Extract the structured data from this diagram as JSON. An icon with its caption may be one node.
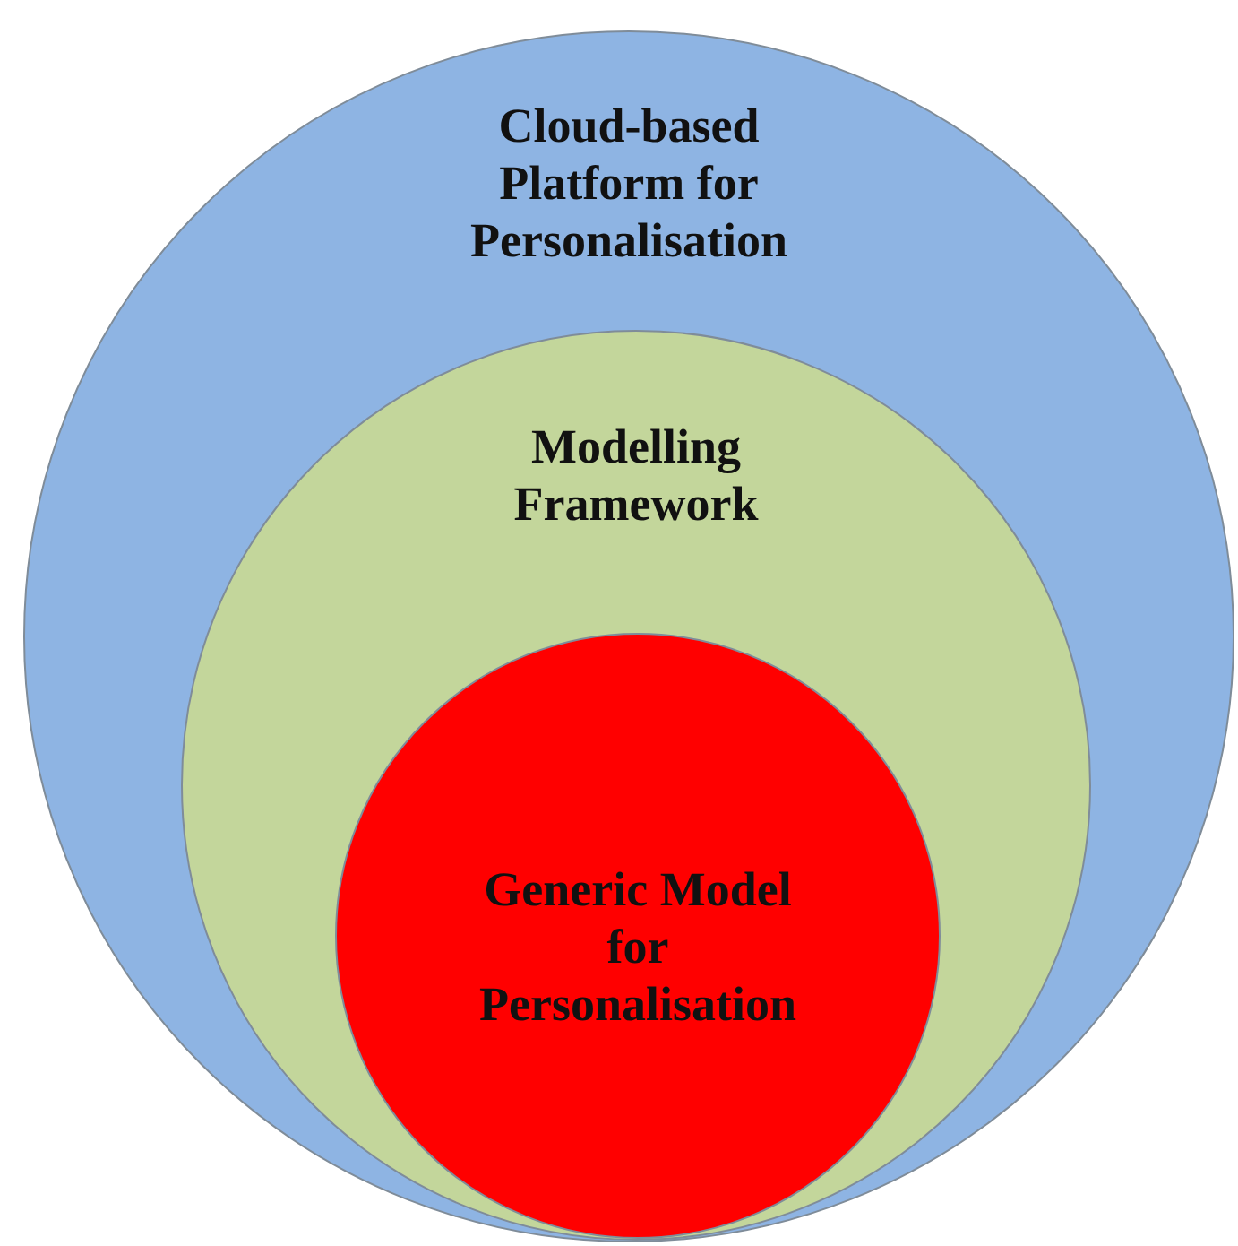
{
  "diagram": {
    "nodes": [
      {
        "text": [
          "Cloud-based Platform for Personalisation"
        ]
      },
      {
        "text": [
          "Modelling Framework"
        ],
        "in": 0
      },
      {
        "text": [
          "Generic Model for Personalisation"
        ],
        "in": 1
      }
    ]
  }
}
